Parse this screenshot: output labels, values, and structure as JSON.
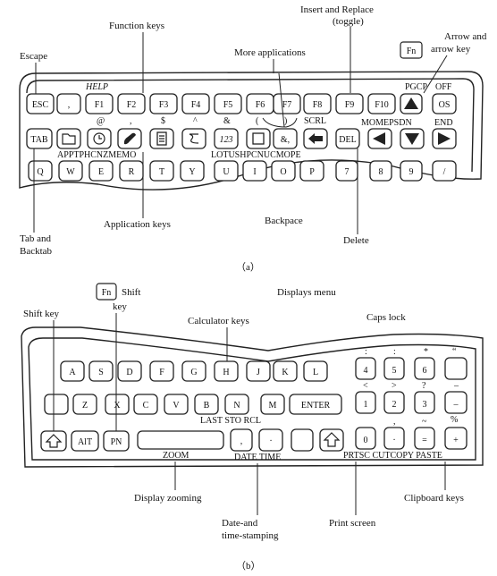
{
  "panel_a": {
    "label": "（a）",
    "annotations": {
      "escape": "Escape",
      "function_keys": "Function    keys",
      "insert_replace_1": "Insert and Replace",
      "insert_replace_2": "(toggle)",
      "more_apps": "More applications",
      "fn_box": "Fn",
      "arrow_1": "Arrow and",
      "arrow_2": "arrow key",
      "app_keys": "Application keys",
      "backspace": "Backpace",
      "tab_1": "Tab and",
      "tab_2": "Backtab",
      "delete": "Delete"
    },
    "row1": [
      "ESC",
      ",",
      "F1",
      "F2",
      "F3",
      "F4",
      "F5",
      "F6",
      "F7",
      "F8",
      "F9",
      "F10",
      "",
      "OS"
    ],
    "row1_sub": {
      "help": "HELP",
      "pgcp": "PGCP",
      "off": "OFF",
      "f2": ",",
      "f4": "^",
      "f1": "@",
      "f3": "$",
      "f5": "&",
      "f6": "(",
      "f7": ")",
      "scrl": "SCRL"
    },
    "row2": [
      "TAB",
      "",
      "",
      "",
      "",
      "",
      "123",
      "",
      "&,",
      "",
      "DEL",
      "",
      "",
      ""
    ],
    "row2_sub": {
      "momepsdn": "MOMEPSDN",
      "end": "END",
      "appt": "APPTPHCNZMEMO",
      "lotus": "LOTUSHPCNUCMOPE"
    },
    "row3": [
      "Q",
      "W",
      "E",
      "R",
      "T",
      "Y",
      "U",
      "I",
      "O",
      "P",
      "7",
      "8",
      "9",
      "/"
    ]
  },
  "panel_b": {
    "label": "（b）",
    "annotations": {
      "fn_box": "Fn",
      "shift_fn": "Shift",
      "key": "key",
      "displays_menu": "Displays menu",
      "shift_key": "Shift key",
      "calc_keys": "Calculator keys",
      "caps_lock": "Caps lock",
      "display_zoom": "Display zooming",
      "date_1": "Date-and",
      "date_2": "time-stamping",
      "print_screen": "Print screen",
      "clipboard": "Clipboard keys"
    },
    "row1": [
      "A",
      "S",
      "D",
      "F",
      "G",
      "H",
      "J",
      "K",
      "L",
      "4",
      "5",
      "6",
      ""
    ],
    "row1_sub": {
      "k4": ":",
      "k5": ":",
      "k6": "*",
      "blank": "“"
    },
    "row2": [
      "",
      "Z",
      "X",
      "C",
      "V",
      "B",
      "N",
      "M",
      "ENTER",
      "1",
      "2",
      "3",
      "–"
    ],
    "row2_sub": {
      "k1": "<",
      "k2": ">",
      "k3": "?",
      "minus": "–"
    },
    "row3": [
      "",
      "AlT",
      "PN",
      "",
      ",",
      "·",
      "",
      "",
      "0",
      "·",
      "=",
      "+"
    ],
    "row3_sub": {
      "last": "LAST STO RCL",
      "zoom": "ZOOM",
      "datetime": "DATE TIME",
      "prtsc": "PRTSC CUTCOPY PASTE",
      "pct": "%",
      "comma": ",",
      "tilde": "~"
    }
  }
}
